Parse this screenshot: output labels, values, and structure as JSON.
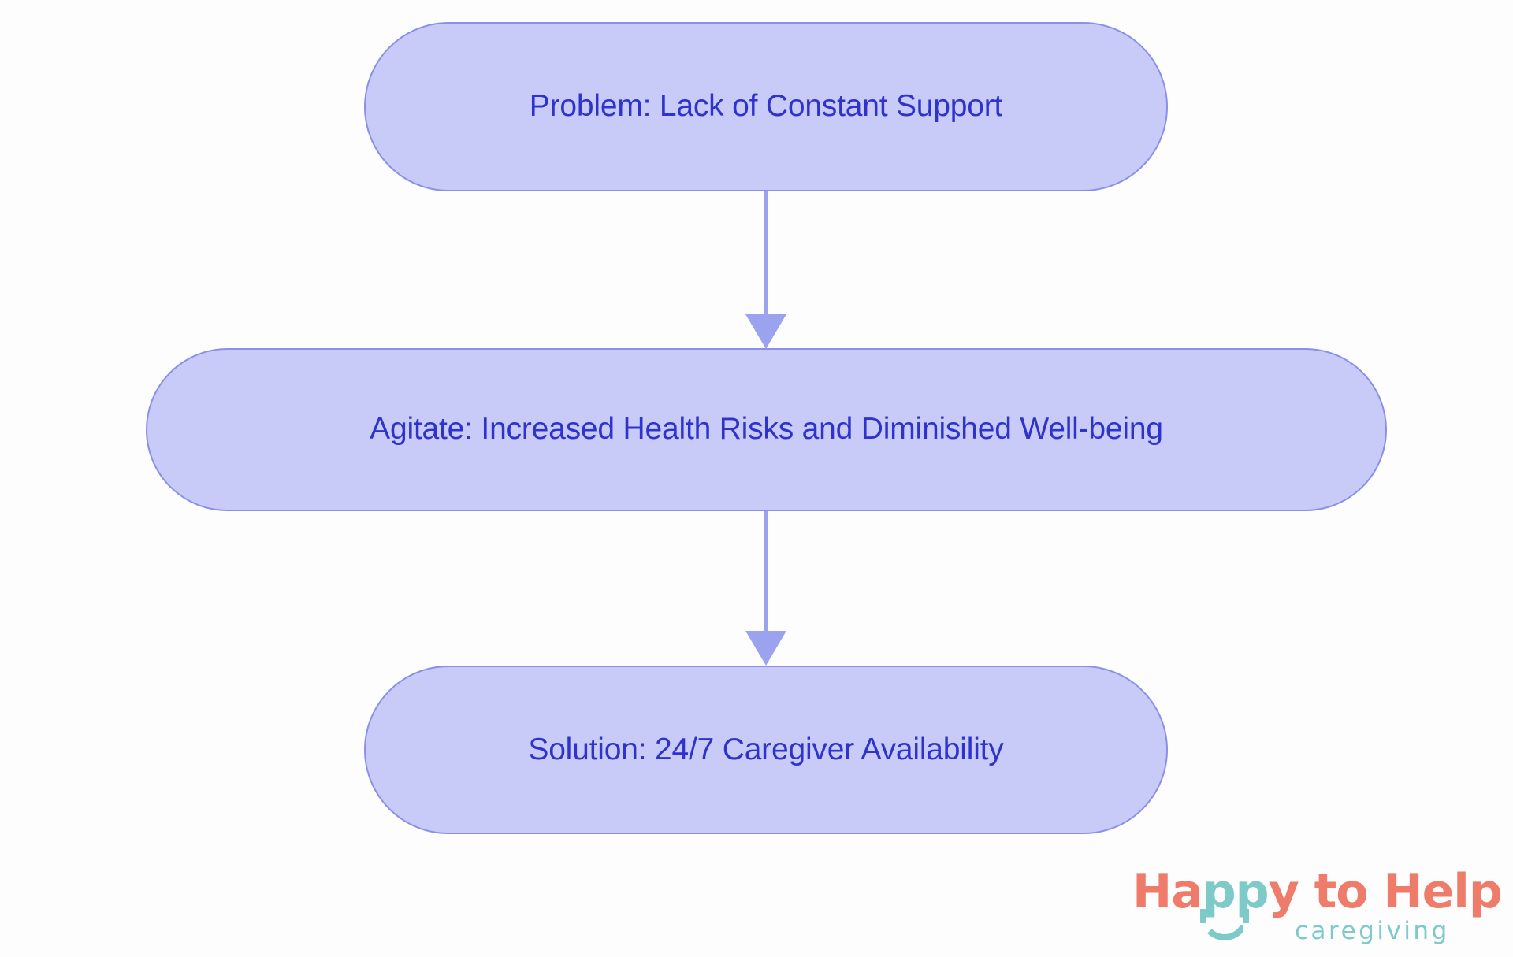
{
  "background_color": "#fdfdfd",
  "diagram": {
    "type": "flowchart",
    "direction": "top-to-bottom",
    "node_fill": "#c8cbf7",
    "node_border": "#8a90e8",
    "node_text_color": "#2f33cc",
    "connector_color": "#9ba3ef",
    "nodes": [
      {
        "id": "problem",
        "label": "Problem: Lack of Constant Support"
      },
      {
        "id": "agitate",
        "label": "Agitate: Increased Health Risks and Diminished Well-being"
      },
      {
        "id": "solution",
        "label": "Solution: 24/7 Caregiver Availability"
      }
    ],
    "edges": [
      {
        "from": "problem",
        "to": "agitate",
        "arrow": "down"
      },
      {
        "from": "agitate",
        "to": "solution",
        "arrow": "down"
      }
    ]
  },
  "logo": {
    "word_1": "Ha",
    "word_2": "pp",
    "word_3": "y to Hel",
    "word_4": "p",
    "full_name": "Happy to Help",
    "tagline": "caregiving",
    "primary_color": "#ef7b6b",
    "secondary_color": "#7ecac9"
  }
}
